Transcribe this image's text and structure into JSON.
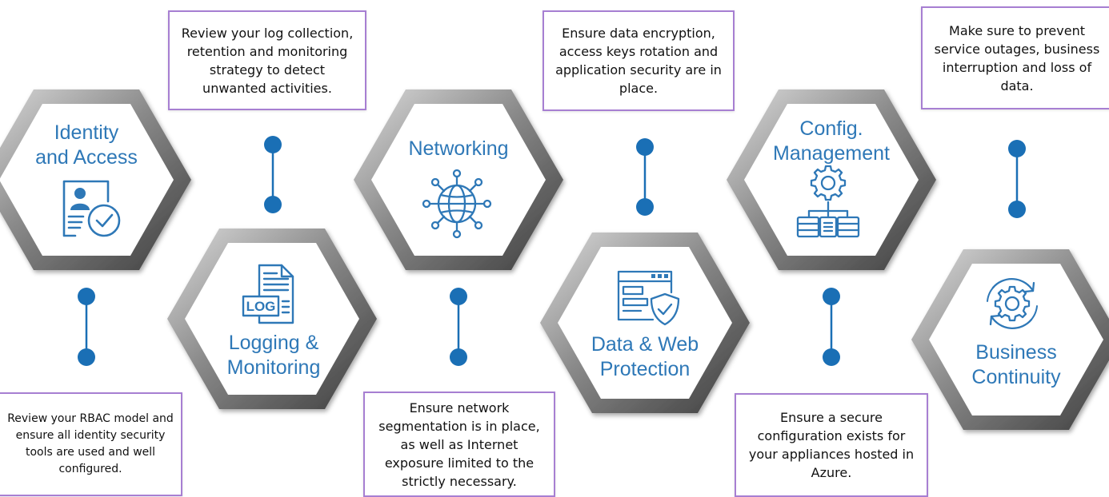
{
  "colors": {
    "accent": "#2e78b7",
    "connector": "#1a6fb5",
    "box_border": "#a77fd2",
    "hex_dark": "#4f4f4f",
    "hex_light": "#c8c8c8"
  },
  "pillars": [
    {
      "id": "identity",
      "title_lines": [
        "Identity",
        "and Access"
      ],
      "icon": "id-card-check-icon",
      "description": "Review your RBAC model and ensure all identity security tools are used and well configured."
    },
    {
      "id": "logging",
      "title_lines": [
        "Logging &",
        "Monitoring"
      ],
      "icon": "log-file-icon",
      "description": "Review your log collection, retention and monitoring strategy to detect unwanted activities."
    },
    {
      "id": "networking",
      "title_lines": [
        "Networking"
      ],
      "icon": "network-globe-icon",
      "description": "Ensure network segmentation is in place, as well as Internet exposure limited to the strictly necessary."
    },
    {
      "id": "data",
      "title_lines": [
        "Data & Web",
        "Protection"
      ],
      "icon": "browser-shield-icon",
      "description": "Ensure data encryption, access keys rotation and application security are in place."
    },
    {
      "id": "config",
      "title_lines": [
        "Config.",
        "Management"
      ],
      "icon": "gear-servers-icon",
      "description": "Ensure a secure configuration exists for your appliances hosted in Azure."
    },
    {
      "id": "continuity",
      "title_lines": [
        "Business",
        "Continuity"
      ],
      "icon": "gear-cycle-icon",
      "description": "Make sure to prevent service outages, business interruption and loss of data."
    }
  ]
}
